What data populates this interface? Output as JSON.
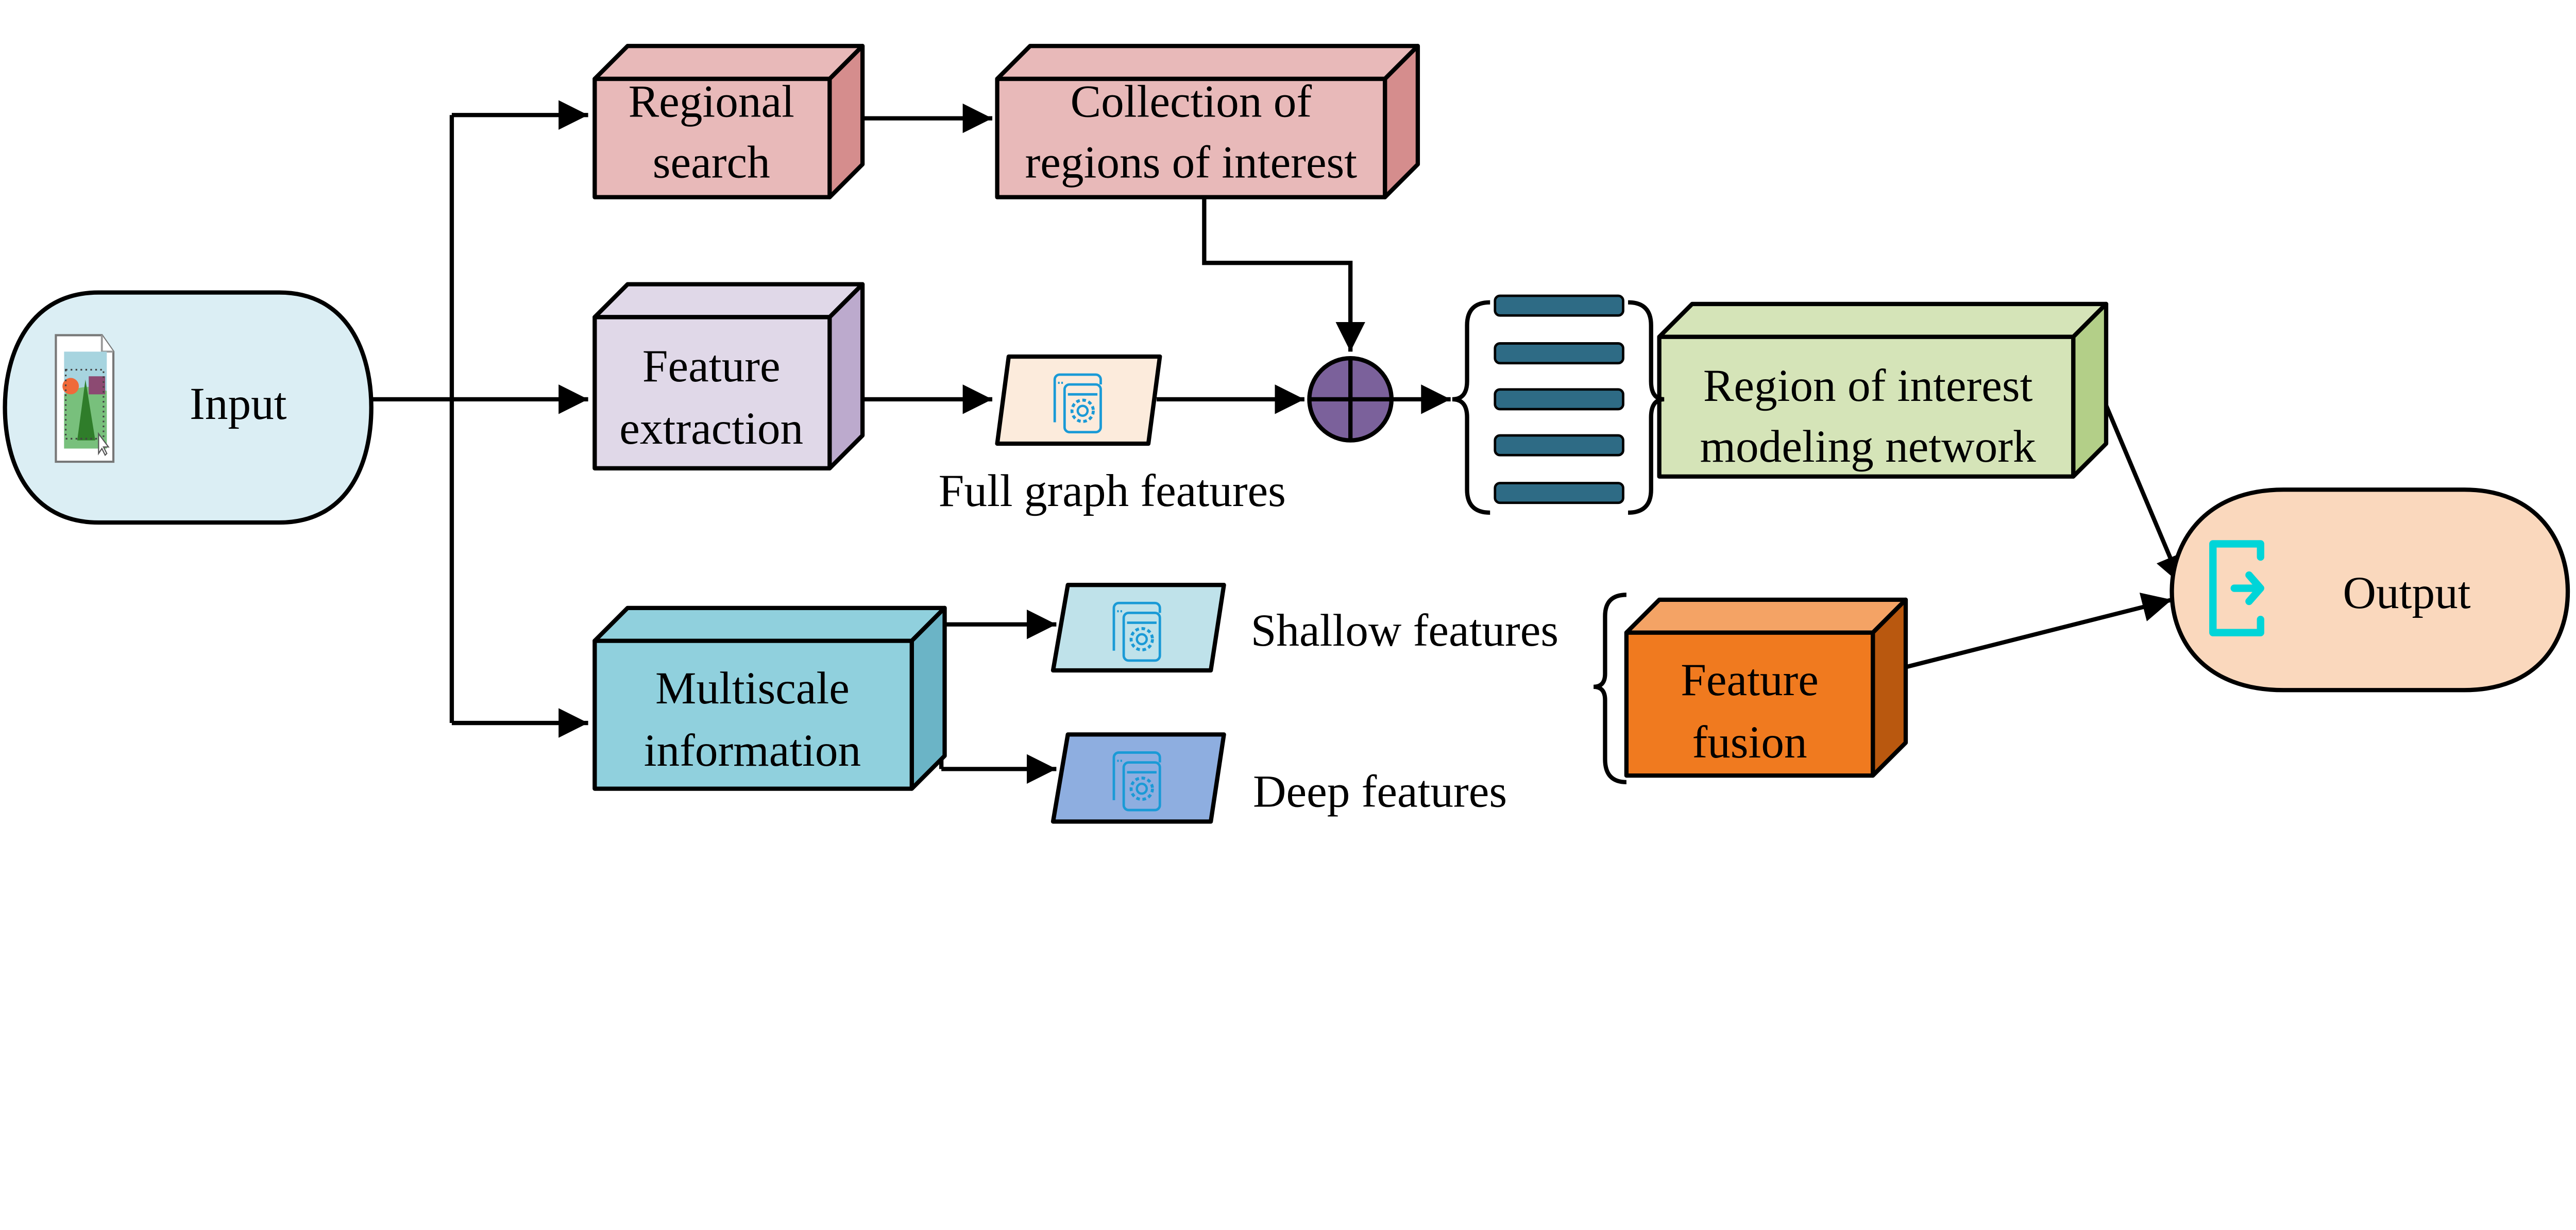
{
  "nodes": {
    "input": {
      "label": "Input",
      "fill": "#dbeef4",
      "icon": "image-file-icon"
    },
    "regional_search": {
      "line1": "Regional",
      "line2": "search",
      "front": "#e8b9b9",
      "side": "#d58d8d"
    },
    "collection": {
      "line1": "Collection of",
      "line2": "regions of interest",
      "front": "#e8b9b9",
      "side": "#d58d8d"
    },
    "feature_extraction": {
      "line1": "Feature",
      "line2": "extraction",
      "front": "#e0d8e8",
      "side": "#bcaacd"
    },
    "full_graph_features": {
      "label": "Full graph features",
      "fill": "#fcebdc",
      "icon": "settings-window-icon"
    },
    "combine": {
      "fill": "#7b619b",
      "icon": "plus-circle-icon"
    },
    "roi_network": {
      "line1": "Region of interest",
      "line2": "modeling network",
      "front": "#d5e4b8",
      "side": "#b3cf88"
    },
    "output": {
      "label": "Output",
      "fill": "#fad8bd",
      "icon": "exit-arrow-icon",
      "icon_color": "#00d5d8"
    },
    "multiscale": {
      "line1": "Multiscale",
      "line2": "information",
      "front": "#90d0dd",
      "side": "#6bb4c6"
    },
    "shallow_features": {
      "label": "Shallow features",
      "fill": "#bfe2ea",
      "icon": "settings-window-icon"
    },
    "deep_features": {
      "label": "Deep features",
      "fill": "#8eaee0",
      "icon": "settings-window-icon"
    },
    "feature_fusion": {
      "line1": "Feature",
      "line2": "fusion",
      "front": "#f07a1f",
      "side": "#b9580f"
    }
  },
  "stack_color": "#2e6b85",
  "icon_blue": "#1a9ad6"
}
